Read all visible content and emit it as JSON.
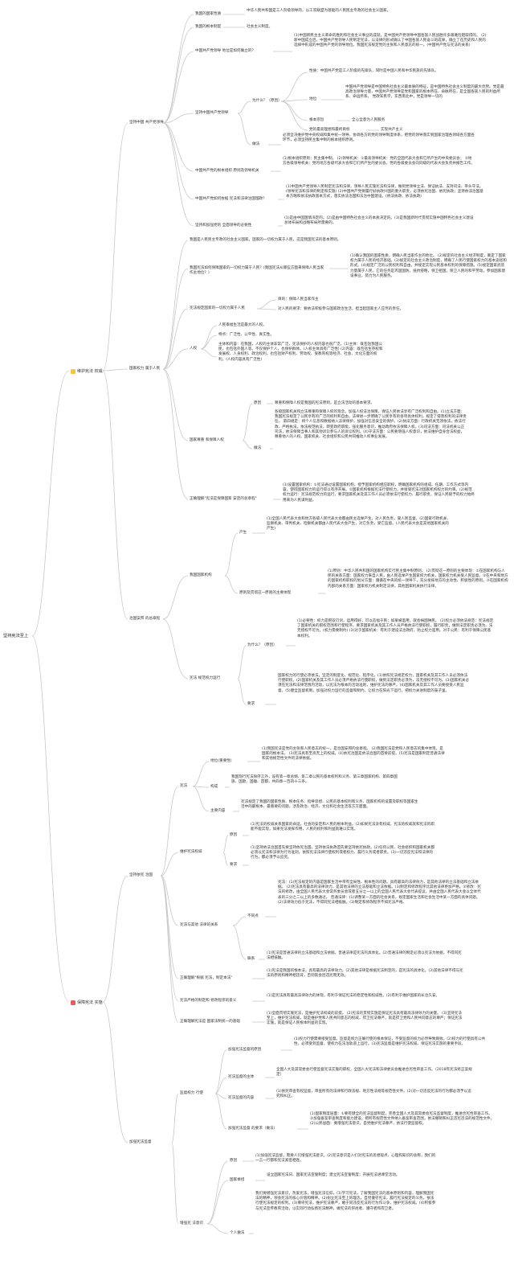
{
  "colors": {
    "line": "#c8c8c8",
    "text": "#333333",
    "root": "#222222",
    "badge_yellow": "#f5c542",
    "badge_red": "#e35d5d"
  },
  "root": "坚持宪法至上",
  "sections": [
    {
      "label": "维护宪法 权威",
      "icon": "lightbulb-icon"
    },
    {
      "label": "保障宪法 实施",
      "icon": "flag-icon"
    }
  ],
  "level1": {
    "a": "坚持中国 共产党领导",
    "b": "国家权力 属于人民",
    "c": "治国安邦 的总章程",
    "d": "坚持依宪 治国",
    "e": "加强宪法监督"
  },
  "nodes": {
    "a1k": "我国的国家性质",
    "a1v": "中华人民共和国是工人阶级领导的，以工农联盟为基础的人民民主专政的社会主义国家。",
    "a2k": "我国的根本制度",
    "a2v": "社会主义制度。",
    "a3k": "中国共产党领导 地位是如何确立的？",
    "a3v": "(1)中国新民主主义革命的胜利和社会主义事业的成就，是中国共产党领导中国各族人民战胜许多艰难险阻取得的。 (2)新中国成立后，中国共产党领导人民制定宪法，以法律的形式确认了中国各族人民奋斗的成果，确立了在历史和人民的选择中形成的中国共产党的领导地位。我国宪法规定党的主张和人民意志的统一。(中国共产党与宪法的关系)",
    "a4k": "坚持中国共产党领导",
    "a4why": "为什么？（原因）",
    "a4r1": "性质：中国共产党是工人阶级的先锋队，同时是中国人民和中华民族的先锋队。",
    "a4r2k": "地位",
    "a4r2v": "中国共产党领导是中国特色社会主义最本质的特征，是中国特色社会主义制度的最大优势。党是最高政治领导力量，中国共产党领导是党和国家的根本所在、命脉所在，是全国各族人民的利益所系、命运所系。 党政军民学，东西南北中，党是领导一切的",
    "a4r3k": "根本宗旨",
    "a4r3v": "全心全意为人民服务",
    "a4r4k": "党的最高理想和最终目标",
    "a4r4v": "实现共产主义",
    "a4howk": "做法",
    "a4howv": "必须坚决维护党中央权威和集中统一领导，协调各方的党的领导制度体系，把党的领导落实到国家治理各领域各方面各环节，必须坚持民主集中制的根本组织原则。",
    "a5k": "中国共产党的根本组织 原则及领导机关",
    "a5v": "(1)根本组织原则：民主集中制。 (2)领导机关：①最高领导机关：党的全国代表大会和它所产生的中央委员会； ②地方各级领导机关：党的地方各级代表大会和它们所产生的委员会。党的各级委员会向同级的代表大会负责并报告工作。",
    "a6k": "中国共产党如何依据 宪法和法律治国理政？",
    "a6v": "(1)中国共产党领导人民制定宪法和法律，领导人民实施宪法和法律，做到党领导立法、保证执法、支持司法、带头守法。(领导宪法和法律的制定和实施) (2)中国共产党要履行好执政兴国的重大职责，必须依宪治国、依宪执政；坚持依法治国基本方略和依法执政基本方式，落实依法治国和法治中国建设。(依法执政、依法执政)",
    "a7k": "坚持和加强党的 全面领导的必要性",
    "a7v": "(1)是由中国国情决定的。(2)是由中国特色社会主义的本质决定的。(3)是我国新时代贯彻实施中国特色社会主义建设总体布局和战略布局所需要的。",
    "b1": "我国是人民民主专政的社会主义国家。国家的一切权力属于人民，这是我国宪法的基本原则。",
    "b2k": "我国宪法如何保障国家的一切权力属于人民？(我国宪法从哪些方面来保障人民当家作主地位？)",
    "b2v": "(1)确认我国的国家性质，明确人民当家作主的地位。 (2)规定的社会主义经济制度，奠定了国家权力属于人民的经济基础。(3)规定的社会主义政治制度，明确了人民行使国家权力的基本途径和形式。(4)规定广泛的公民权利和自由，并规定实现公民基本权利的保障措施。(5)规定国家武装力量属于人民，它的任务是巩固国防，抵抗侵略，保卫祖国，保卫人民的和平劳动，参加国家建设事业，努力为人民服务。",
    "b3k": "宪法规定国家的一切权力属于人民",
    "b3v1": "目的：保障人民当家作主",
    "b3v2": "对人民的要求：要依法积极参与国家政治生活，担当起国家主人应尽的责任。",
    "b4k": "人权",
    "b4v1": "人民幸福生活是最大的人权。",
    "b4v2": "特点：广泛性、公平性、真实性。",
    "b4v3": "主体和内容：在我国，人权的主体非常广泛，宪法保护的人权内容也很广泛。(1)主体：既包括我国公民，也包括外国人等。不仅保护个人，也保护群体。(人权主体具有广泛性) (2)内容：既包括生存权和发展权、人身权利、政治权利，也包括财产权利、劳动权、受教育权等经济、社会、文化方面的权利。(人权内容具有广泛性)",
    "b5k": "国家尊重 和保障人权",
    "b5y1k": "原因",
    "b5y1v": "尊重和保障人权是我国的宪法原则，是立法活动的基本要求。",
    "b5y2k": "做法",
    "b5y2v": "各级国家机关和立法尊重和保障人权的现念，加强人权法治保障，保证人民依法享有广泛权利和自由。(1)立法方面：我国宪法规定了公民享有的广泛的权利和自由，法律进一步明确了公民享有的各项具体权利，规定了侵害权利的法律责任。 第四规定：将个人信息和数据纳入法律保护，加强对信息安全的保护。(2)执法方面：行政机关无须依法，依法行政、严格执法，依法规范执法，转变政府职能，强化服务意识，推动政府依法保障人权。(3)司法方面：司法机关公正司法，依法保障当事人和其他诉讼参与人的诉讼权利。(4)守法方面：公民要增强人权意识，依法维护自身合法权益，尊重他人的人权。国家机关、社会组织和公民共同推动人权事业发展。",
    "b6k": "正确理解\"宪法是保障国家 安定的总章程\"",
    "b6v": "(1)设置国家机构：①宪法通过设置国家机构，授予国家机构相应职权，明确国家机构的组成、任期、工作方式等内容，使得国家权力的运行得以有序开展。②国家机构根据宪法行使权力，并接受宪法对国家机构权力的约束。(2)规范权力运行：宪法规范权力的运行，要求国家机关及其工作人员必须依法行使权力、履行职责，保证人民赋予的权力始终用来为人民谋利益。",
    "c1k": "我国国家机构",
    "c1p1k": "产生",
    "c1p1v": "(1)全国人民代表大会和地方各级人民代表大会都由民主选举产生，对人民负责，受人民监督。(2)国家行政机关、监察机关、审判机关、检察机关都由人民代表大会产生，对它负责，受它监督。(人民代表大会是其他国家机关的产生)",
    "c1p2k": "原则及贯彻这一原则的主要体现",
    "c1p2v": "(1)原则：中华人民共和国的国家机构实行民主集中制原则。 (2)贯彻这一原则的主要体现：①在国家机构与人民的关系方面：国家权力来自人民，由人民选举产生国家权力机关，国家权力机关受人民监督。②在中央和地方的国家机构职权的划分方面：遵循在中央的统一领导下，充分发挥地方的主动性、积极性的原则。③在国家机构内部的关系方面：国家权力机关制定法律，其他国家机关执行法律。",
    "c2k": "宪法 规范权力运行",
    "c2why": "为什么？（原因）",
    "c2whyv": "(1)必要性：权力是把双刃剑，运用得好，可以造福于民；如果被滥用，就会祸国殃民。 (2)权力必须依法规范：宪法规定了国家机关的职权范围和行使程序，要求国家机关及其工作人员严格依法行使职权，履行职责，做到法定职责必须为、法无授权不可为。(权力需要制约) (3)对于国家机关：有利于建设法治政府，防止权力滥用。对于公民：有利于保障公民基本权利。",
    "c2reqk": "要求",
    "c2reqv": "国家权力的行使必须依法，坚定的制度化、规范化、程序化。(1)依照宪法规定权力，国家机关及其工作人员必须依法行使职权。(2)国家机关及其工作人员必须严格依法行使职权，做到法定职责必须为，法无授权不可为。(3)国家机关必须在宪法和法律范围内活动，以宪法为根本的活动准则，维护宪法的尊严。(4)国家机关及其工作人员要接受人民监督。(5)健全监督机制，加强对权力运行的监督和制约，让权力在阳光下运行，把权力关进制度的笼子里。",
    "d1k": "宪法",
    "d1a_k": "地位(重要性)",
    "d1a_v": "(1)我国宪法是党的主张和人民意志的统一，是治国安邦的总章程。 (2)我国宪法是党和人民意志的集中体现，是国家的根本法。 (3)宪法具有至高无上的权威。(4)依宪治国是依法治国的首要前提。(5)宪法是国家制定普通法律和其他规范性文件的法律依据。",
    "d1b_k": "构成",
    "d1b_v": "我国现行宪法除序言外，设有第一章总纲、第二章公民的基本权利和义务、第三章国家机构、第四章国旗、国歌、国徽、首都，共四章一百四十三条。",
    "d1c_k": "主要内容",
    "d1c_v": "宪法规定了我国的国家性质、根本任务、指导思想、公民的基本权利和义务、国家机构的设置及职权等国家生活中的最根本、最重要的问题，涉及政治、经济、文化和社会生活等方方面面。",
    "d2k": "维护宪法权威",
    "d2ak": "原因",
    "d2av": "(1)宪法的权威关系国家的命运，社会的安定和人民的根本利益。(2)如果宪法没有权威，宪法的权威就和宪法的职能不能实现，如果宪法发挥作用，人民的权利和利益就难以实现。",
    "d2bk": "要求",
    "d2bv": "(1)坚持依法治国首先要坚持依宪治国，坚持依法执政首先要坚持依宪执政。(2)任何公民、社会组织和国家机关都必须以宪法和法律为行为准则，依照宪法法律行使权利或者权力、履行义务或者职责。(3)一切违反宪法和法律的行为，都必须予以追究。",
    "d3k": "宪法与其他 法律的关系",
    "d3ak": "不同点",
    "d3av": "宪法：(1)宪法规定的内容是国家生活中带有全局性、根本性的问题。具有最高的法律效力，是其他法律的立法基础和立法依据。 (2)宪法具有最高的法律效力，是其他法律的立法基础和立法依据。(3)制定和修改程序比其他法律更加严格。②修改：宪法的修改，由全国人民代表大会常务委员会或者五分之一以上的全国人民代表大会代表提议，并由全国人民代表大会以全体代表的三分之二以上的多数通过。 普通法律：(1)调整某一方面的社会关系，规定国家生活和社会生活中某一方面的具体问题。(2)法律效力低于宪法，不得同宪法相抵触。(3)制定和修改程序不如宪法严格。",
    "d3bk": "联系",
    "d3bv": "(1)宪法是普通法律的立法基础和立法依据，普通法律是宪法的具体化。(2)普通法律的制定必须以宪法为依据，不得同宪法相抵触。",
    "d4k": "正确理解\"根据 宪法，制定本法\"",
    "d4v": "(1)宪法是我国的根本法，具有最高的法律效力。(2)其他法律是根据宪法制定的，是宪法的具体化。(3)其他法律不得与宪法的原则和精神相违背，否则就会因违宪而无效。",
    "d5k": "宪法严格的制定和 修改程序的意义",
    "d5v": "(1)是宪法具有最高法律效力的体现，有利于保证宪法的稳定性和权威性。(2)有利于维护国家的长治久安。",
    "d6k": "正确理解宪法是 国家法制统一的基础",
    "d6v": "(1)全面贯彻实施宪法，是维护宪法权威的前提。 (2)宪法的贯彻实施是保证宪法具有最高法律效力的关键。 (3)坚持宪法至上，维护宪法权威，就是维护党和人民共同意志的权威，捍卫宪法尊严，就是捍卫党和人民共同意志的尊严；保证宪法实施，就是保证人民根本利益的实现。",
    "e1k": "监督权力 行使",
    "e1ak": "加强宪法监督的原因",
    "e1av": "(1)权力行使需要接受监督。监督是权力正确行使的根本保证，不受监督的权力必然导致腐败。(2)权力的行使具有公共性，必须受到监督，使权力在法治轨道上运行。(3)宪法监督是维护宪法权威、保证宪法实施的重要手段。",
    "e1bk": "宪法监督的主体",
    "e1bv": "全国人大及其常委会行使监督宪法实施的职权，全国人大宪法和法律委员会推进合宪性审查工作。（2018年宪法修正案规定）",
    "e1ck": "宪法监督的内容",
    "e1cv": "(1)依宪审查有权监督，审查所有的法律和行政法规、地方性法规等规范性文件。(2)对一切违反宪法的行为都必须予以追究和纠正。",
    "e1dk": "加强宪法监督 的要求（做法）",
    "e1dv": "(1)国家制度层面：①要有健全的宪法监督制度，完善全国人大及其常委会宪法监督制度，推进合宪性审查工作。②加强备案审查制度和能力建设，把所有规范性文件纳入备案审查范围，依法撤销和纠正违宪违法的规范性文件。(2)公民层面：要增强宪法意识，自觉维护宪法尊严，依法行使监督权。",
    "e2k": "增强宪 法意识",
    "e2ak": "原因",
    "e2av": "(1)加强宪法监督，需要人们增强宪法意识。(2)宪法意识是人们对宪法的思想观点、心理和知识的总称，我们的一言一行都和宪法紧密相连。",
    "e2bk": "国家举措",
    "e2bv": "设立国家宪法日、国家宪法宣誓制度；建立宪法宣誓制度；开展宪法进课堂活动。",
    "e2ck": "个人做法",
    "e2cv": "我们要增强宪法意识，热爱宪法，增强宪法信仰。(1)学习宪法，了解我国宪法的基本原则和内容，理解我国宪法的精神，领会宪法的核心价值和精神。(2)树立宪法至上的理念，自觉遵守宪法，履行宪法规定的义务，依法行使宪法规定的权利。(3)尊崇宪法，维护宪法尊严，敢于同违反宪法的行为作斗争，维护宪法权威。(4)积极参与宪法宣传教育活动，以实际行动弘扬宪法精神，做宪法的崇尚者、遵守者和捍卫者。"
  }
}
